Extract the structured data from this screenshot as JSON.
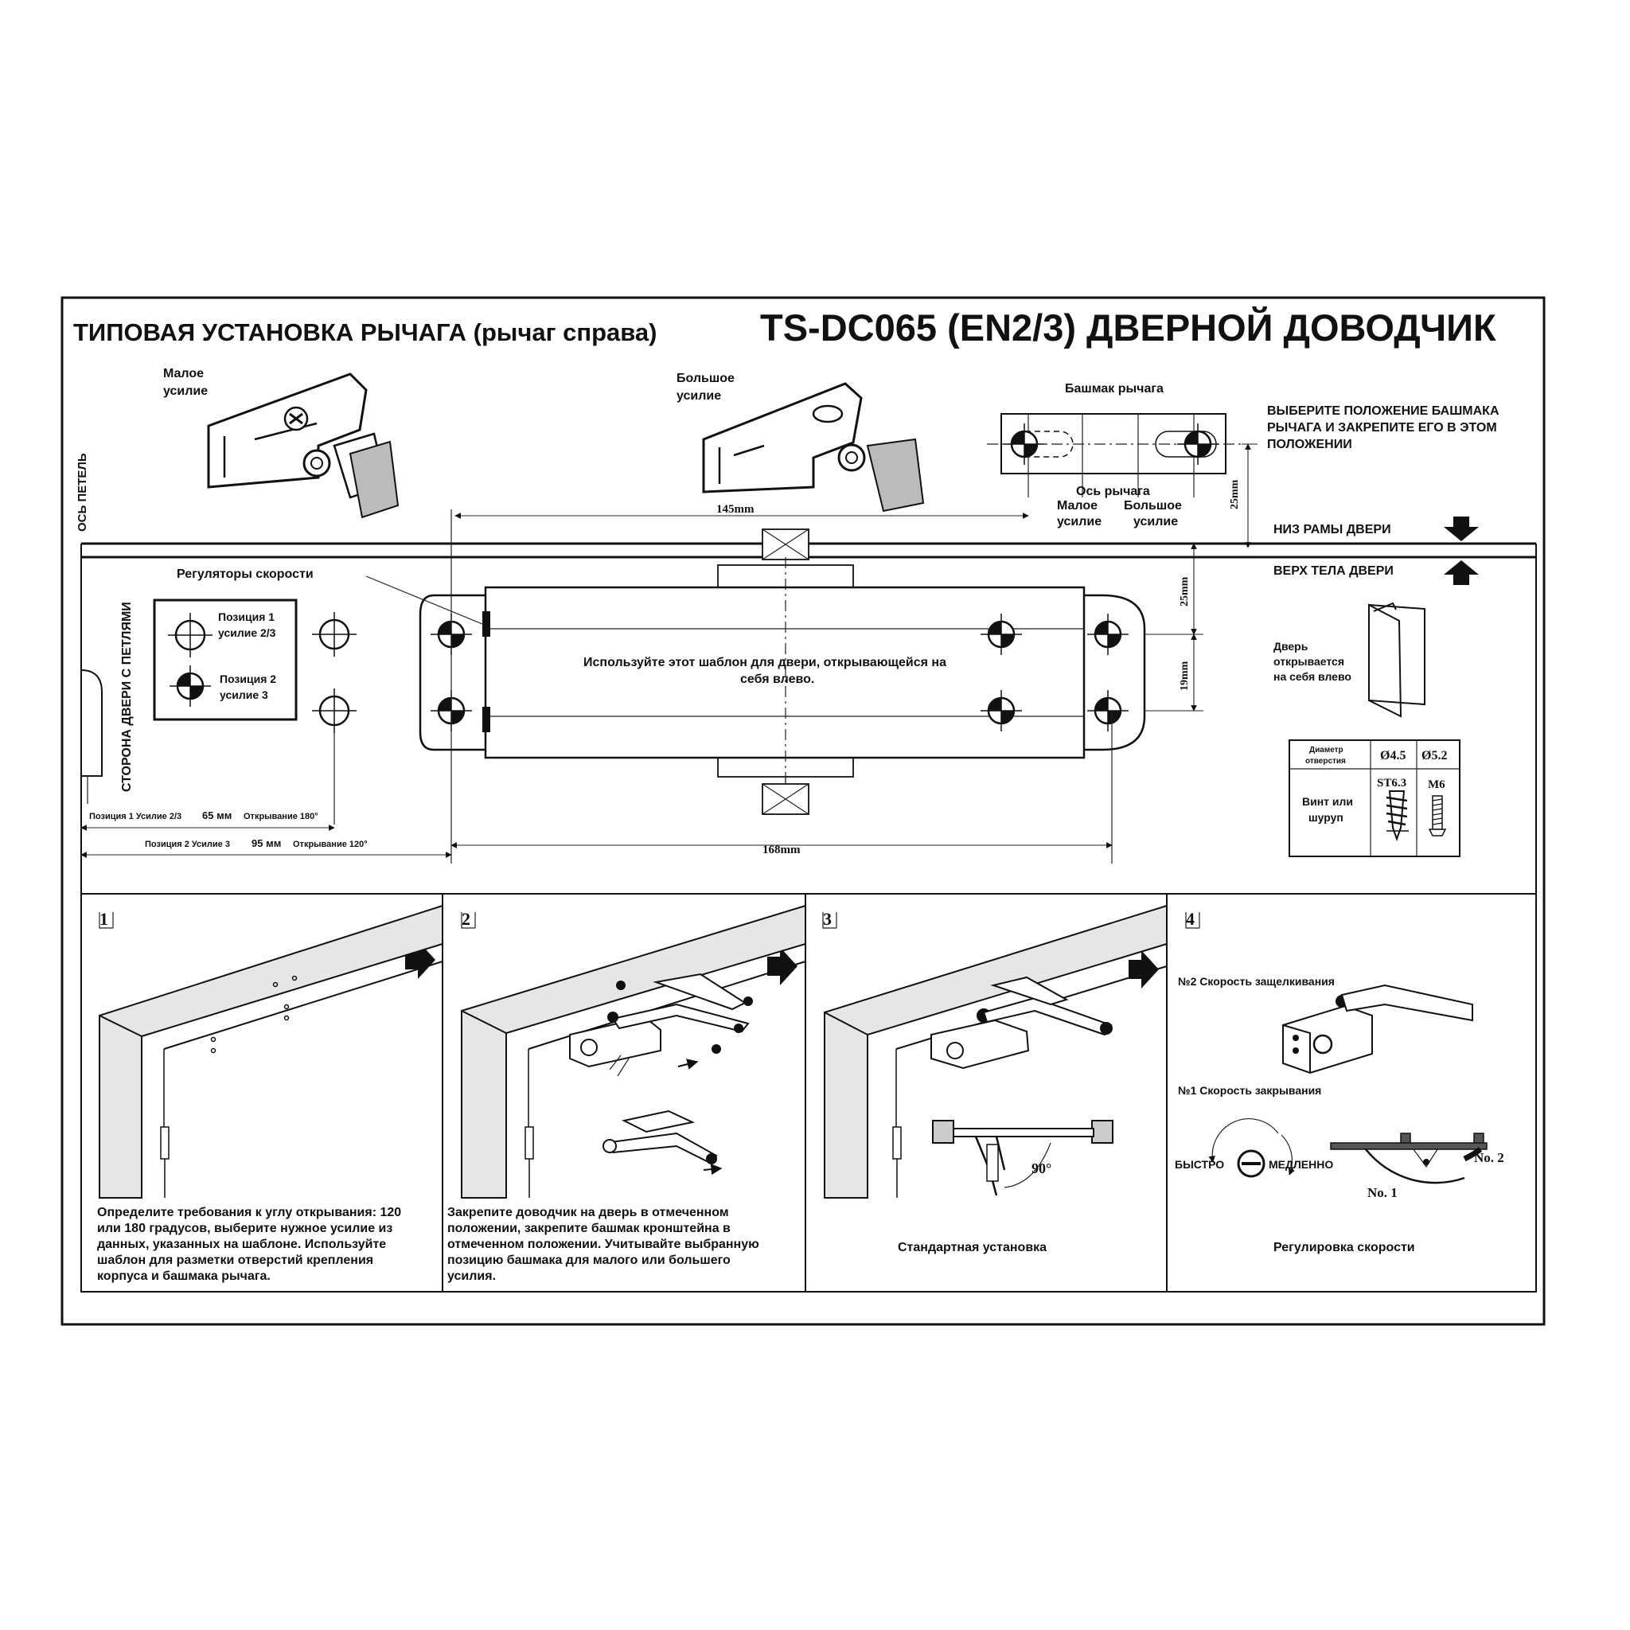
{
  "header": {
    "title_left": "ТИПОВАЯ УСТАНОВКА РЫЧАГА (рычаг справа)",
    "title_right": "TS-DC065 (EN2/3) ДВЕРНОЙ ДОВОДЧИК"
  },
  "top": {
    "small_force": [
      "Малое",
      "усилие"
    ],
    "large_force": [
      "Большое",
      "усилие"
    ],
    "shoe_title": "Башмак рычага",
    "choose_text": [
      "ВЫБЕРИТЕ ПОЛОЖЕНИЕ БАШМАКА",
      "РЫЧАГА И ЗАКРЕПИТЕ ЕГО В ЭТОМ",
      "ПОЛОЖЕНИИ"
    ],
    "lever_axis": "Ось рычага",
    "shoe_small": [
      "Малое",
      "усилие"
    ],
    "shoe_large": [
      "Большое",
      "усилие"
    ],
    "dim_145": "145mm",
    "dim_25_top": "25mm",
    "hinge_axis": "ОСЬ ПЕТЕЛЬ",
    "frame_bottom": "НИЗ РАМЫ ДВЕРИ",
    "door_top": "ВЕРХ ТЕЛА ДВЕРИ"
  },
  "template": {
    "speed_regulators": "Регуляторы скорости",
    "hinge_side": "СТОРОНА ДВЕРИ С ПЕТЛЯМИ",
    "pos1": [
      "Позиция 1",
      "усилие 2/3"
    ],
    "pos2": [
      "Позиция 2",
      "усилие 3"
    ],
    "use_template": [
      "Используйте этот шаблон для двери, открывающейся на",
      "себя влево."
    ],
    "dim_25": "25mm",
    "dim_19": "19mm",
    "dim_168": "168mm",
    "row1": {
      "prefix": "Позиция 1  Усилие 2/3",
      "value": "65 мм",
      "suffix": "Открывание 180°"
    },
    "row2": {
      "prefix": "Позиция 2  Усилие 3",
      "value": "95 мм",
      "suffix": "Открывание 120°"
    },
    "door_opens": [
      "Дверь",
      "открывается",
      "на себя влево"
    ]
  },
  "screw_table": {
    "hole_label": [
      "Диаметр",
      "отверстия"
    ],
    "d1": "Ø4.5",
    "d2": "Ø5.2",
    "screw_label": [
      "Винт или",
      "шуруп"
    ],
    "s1": "ST6.3",
    "s2": "M6"
  },
  "steps": [
    {
      "num": "1",
      "text": [
        "Определите требования к углу открывания: 120",
        "или 180 градусов, выберите нужное усилие из",
        "данных, указанных на шаблоне. Используйте",
        "шаблон для разметки отверстий крепления",
        "корпуса и башмака рычага."
      ]
    },
    {
      "num": "2",
      "text": [
        "Закрепите доводчик на дверь в отмеченном",
        "положении, закрепите башмак кронштейна в",
        "отмеченном положении. Учитывайте выбранную",
        "позицию башмака для малого или большего",
        "усилия."
      ]
    },
    {
      "num": "3",
      "caption": "Стандартная установка",
      "angle": "90°"
    },
    {
      "num": "4",
      "caption": "Регулировка скорости",
      "speed2": "№2 Скорость защелкивания",
      "speed1": "№1 Скорость закрывания",
      "fast": "БЫСТРО",
      "slow": "МЕДЛЕННО",
      "no1": "No. 1",
      "no2": "No. 2"
    }
  ]
}
